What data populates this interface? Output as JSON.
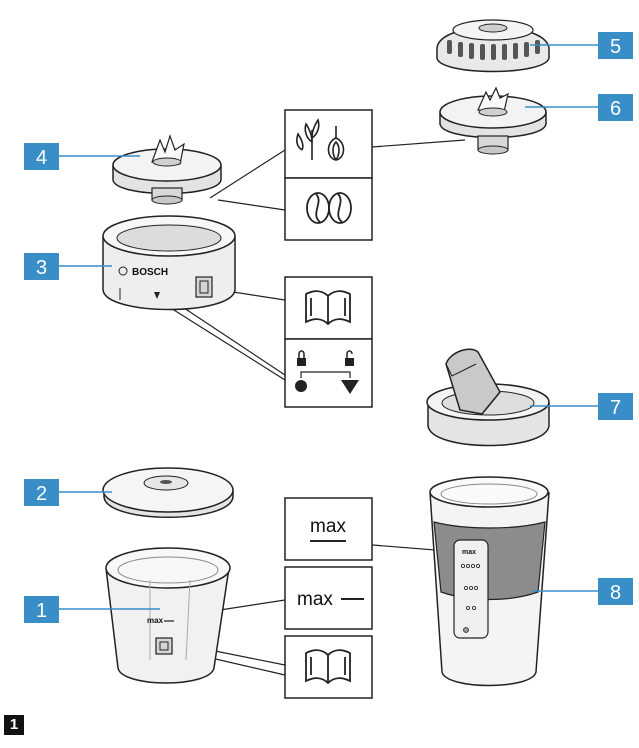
{
  "figure": {
    "number": "1",
    "background": "#ffffff",
    "label_color": "#3a8ec8",
    "parts": [
      {
        "id": "1",
        "name": "bowl"
      },
      {
        "id": "2",
        "name": "bowl-lid"
      },
      {
        "id": "3",
        "name": "blade-base"
      },
      {
        "id": "4",
        "name": "chopping-blade"
      },
      {
        "id": "5",
        "name": "blade-guard"
      },
      {
        "id": "6",
        "name": "universal-blade"
      },
      {
        "id": "7",
        "name": "to-go-lid"
      },
      {
        "id": "8",
        "name": "blender-cup"
      }
    ],
    "icons": {
      "max_a": "max",
      "max_b": "max",
      "bowl_brand": "BOSCH",
      "cup_max": "max"
    }
  }
}
